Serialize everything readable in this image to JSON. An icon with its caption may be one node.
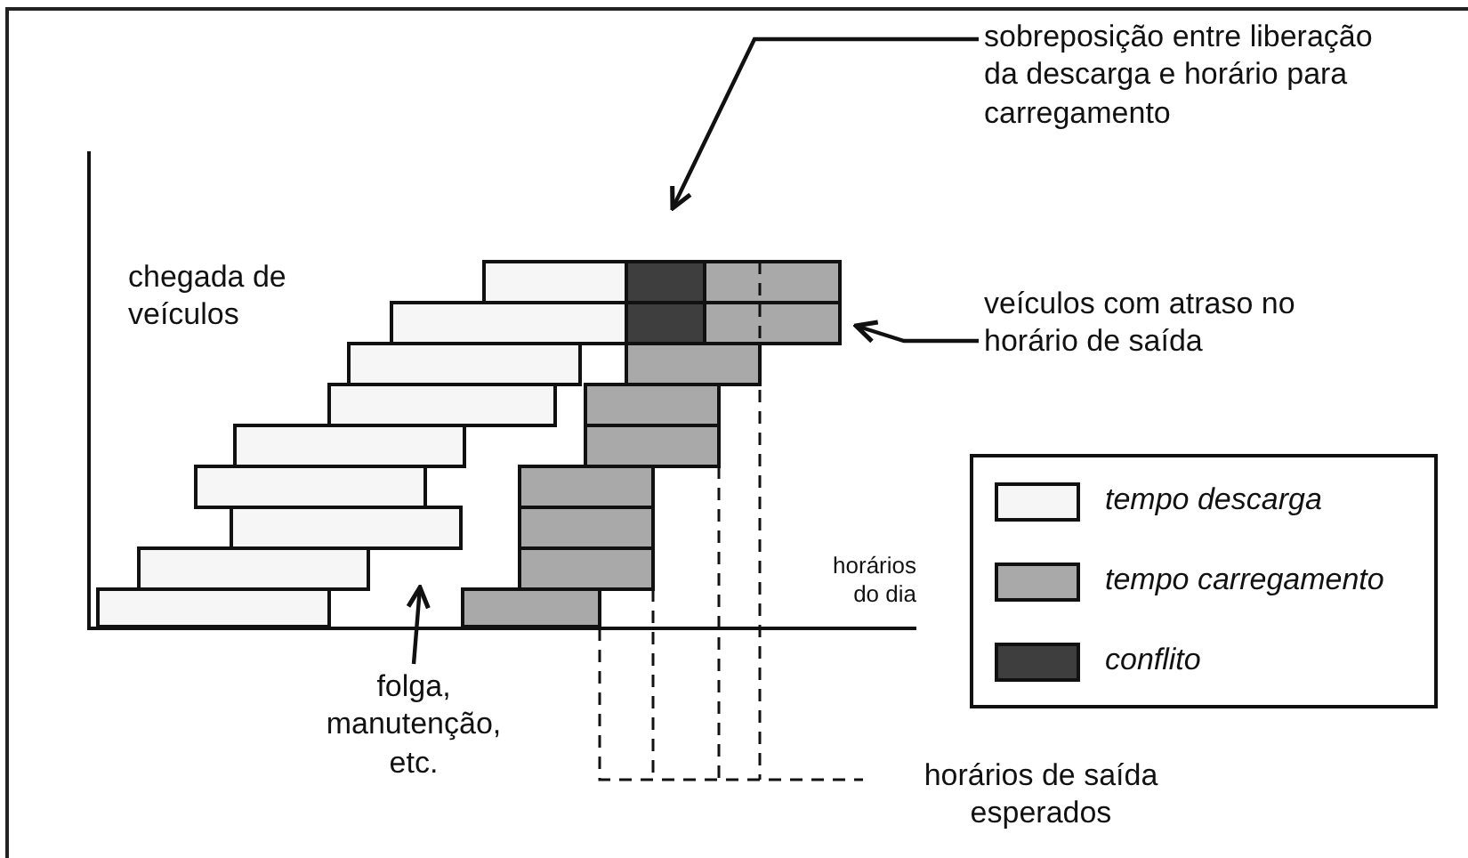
{
  "diagram": {
    "nodes": [
      {
        "text": [
          "sobreposição entre liberação da descarga e horário para carregamento"
        ]
      },
      {
        "text": [
          "veículos com atraso no horário de saída"
        ]
      },
      {
        "text": [
          "folga, manutenção, etc."
        ]
      }
    ],
    "edges": [
      {
        "from": 0,
        "to": null,
        "arrow": "to"
      },
      {
        "from": 1,
        "to": null,
        "arrow": "to"
      },
      {
        "from": 2,
        "to": null,
        "arrow": "to"
      }
    ],
    "labels": [
      "chegada de veículos",
      "horários do dia",
      "horários de saída esperados"
    ],
    "legend": [
      {
        "text": "tempo descarga",
        "color": "#f6f6f6"
      },
      {
        "text": "tempo carregamento",
        "color": "#a9a9a9"
      },
      {
        "text": "conflito",
        "color": "#3e3e3e"
      }
    ]
  }
}
